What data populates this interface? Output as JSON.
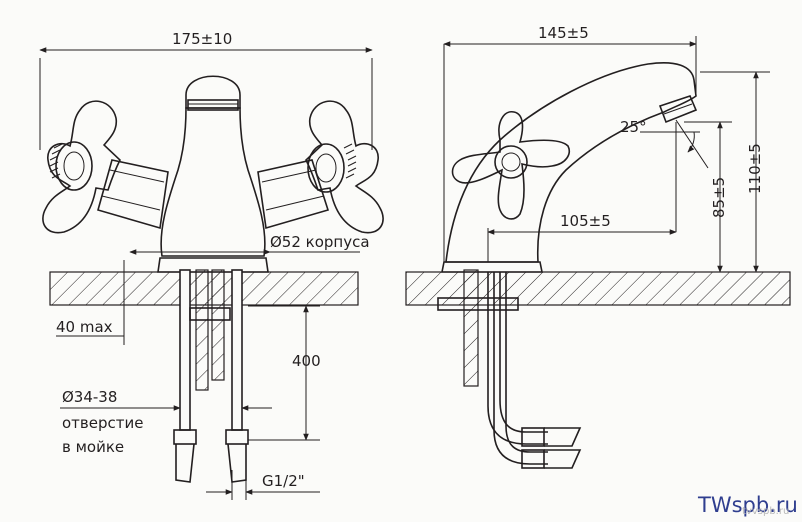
{
  "dimensions": {
    "overall_width": "175±10",
    "side_width": "145±5",
    "spout_reach": "105±5",
    "angle": "25°",
    "spout_height": "85±5",
    "total_height": "110±5",
    "body_diameter": "Ø52 корпуса",
    "max_counter": "40 max",
    "hose_length": "400",
    "hole_line1": "Ø34-38",
    "hole_line2": "отверстие",
    "hole_line3": "в мойке",
    "thread": "G1/2\""
  },
  "watermark": {
    "brand": "TWspb.ru",
    "small": "tvvspb.ru"
  },
  "colors": {
    "line": "#231f20",
    "background": "#fbfbf9",
    "watermark": "#2f3e8f"
  }
}
